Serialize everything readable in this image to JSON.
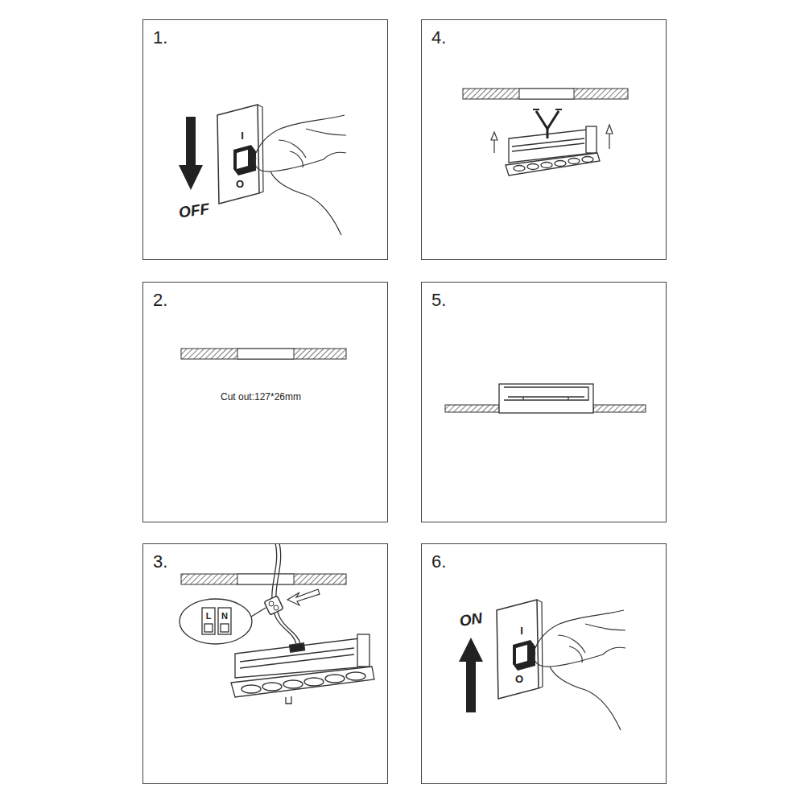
{
  "diagram": {
    "nodes": [
      {
        "text": [
          "1."
        ]
      },
      {
        "text": [
          "4."
        ]
      },
      {
        "text": [
          "2."
        ]
      },
      {
        "text": [
          "5."
        ]
      },
      {
        "text": [
          "3."
        ]
      },
      {
        "text": [
          "6."
        ]
      }
    ],
    "labels": [
      "I",
      "O",
      "OFF",
      "Cut out:127*26mm",
      "L",
      "N",
      "ON",
      "I",
      "O"
    ]
  }
}
